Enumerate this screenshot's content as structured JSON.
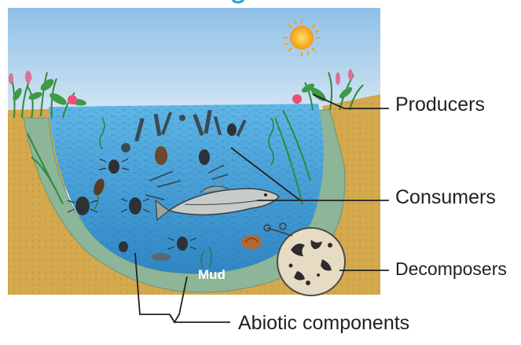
{
  "labels": {
    "producers": "Producers",
    "consumers": "Consumers",
    "decomposers": "Decomposers",
    "abiotic": "Abiotic components",
    "mud": "Mud"
  },
  "colors": {
    "sky": "#bcd8ef",
    "water": "#3f9fd6",
    "soil": "#d2a64a",
    "mud_band": "#8fb59a",
    "sun": "#f7b21c",
    "leader_line": "#222222"
  },
  "icons": [
    "sun-icon",
    "fish-icon",
    "insect-icon",
    "snail-icon",
    "plant-icon",
    "flower-icon",
    "microbe-icon"
  ]
}
